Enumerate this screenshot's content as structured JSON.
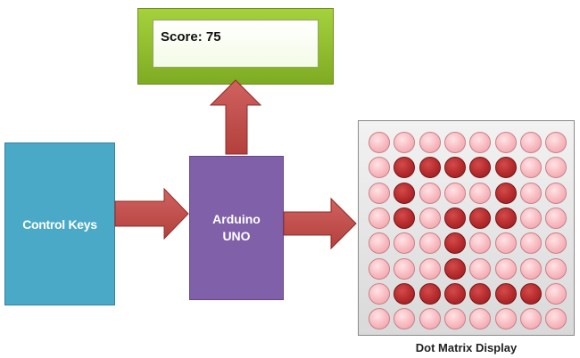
{
  "score_display": {
    "text": "Score: 75"
  },
  "control_keys": {
    "label": "Control Keys"
  },
  "arduino": {
    "line1": "Arduino",
    "line2": "UNO"
  },
  "dot_matrix": {
    "caption": "Dot Matrix Display",
    "pattern": [
      [
        0,
        0,
        0,
        0,
        0,
        0,
        0,
        0
      ],
      [
        0,
        1,
        1,
        1,
        1,
        1,
        0,
        0
      ],
      [
        0,
        1,
        0,
        0,
        0,
        1,
        0,
        0
      ],
      [
        0,
        1,
        0,
        1,
        1,
        1,
        0,
        0
      ],
      [
        0,
        0,
        0,
        1,
        0,
        0,
        0,
        0
      ],
      [
        0,
        0,
        0,
        1,
        0,
        0,
        0,
        0
      ],
      [
        0,
        1,
        1,
        1,
        1,
        1,
        1,
        0
      ],
      [
        0,
        0,
        0,
        0,
        0,
        0,
        0,
        0
      ]
    ]
  },
  "colors": {
    "arrow": "#c0504d",
    "control_keys": "#4aa9c6",
    "arduino": "#8060a8",
    "lcd": "#92c13a"
  }
}
